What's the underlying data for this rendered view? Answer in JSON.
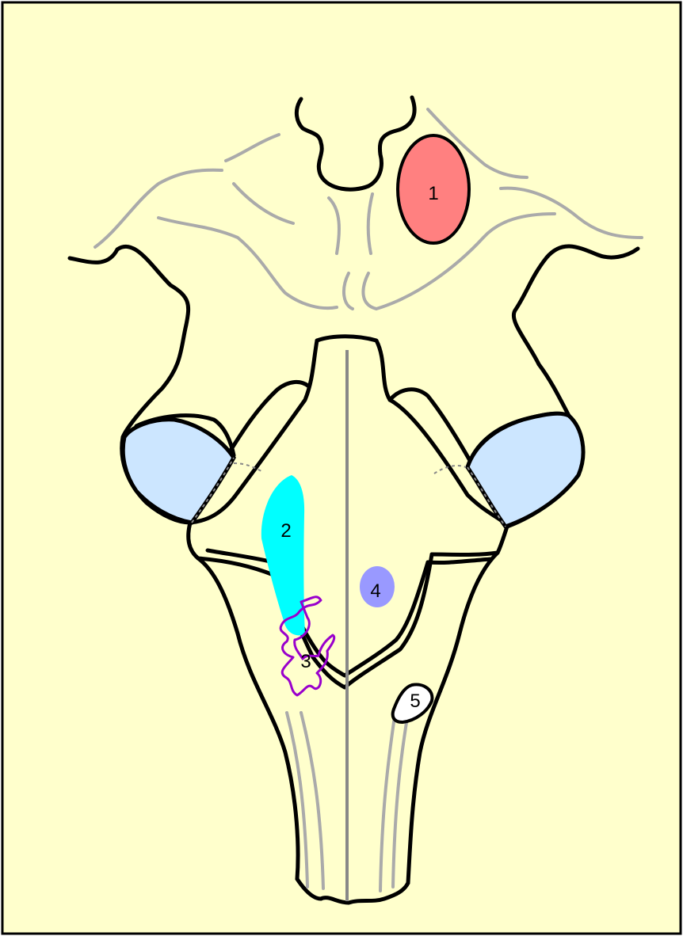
{
  "diagram": {
    "background_color": "#ffffcc",
    "outline_color": "#000000",
    "guide_line_color": "#aaaaaa",
    "midline_color": "#888888",
    "regions": [
      {
        "label": "1",
        "color": "#ff8080"
      },
      {
        "label": "2",
        "color": "#00ffff"
      },
      {
        "label": "3",
        "color": "#9900cc"
      },
      {
        "label": "4",
        "color": "#9999ff"
      },
      {
        "label": "5",
        "color": "#ffffff"
      }
    ],
    "lateral_lobes_color": "#cce6ff"
  }
}
